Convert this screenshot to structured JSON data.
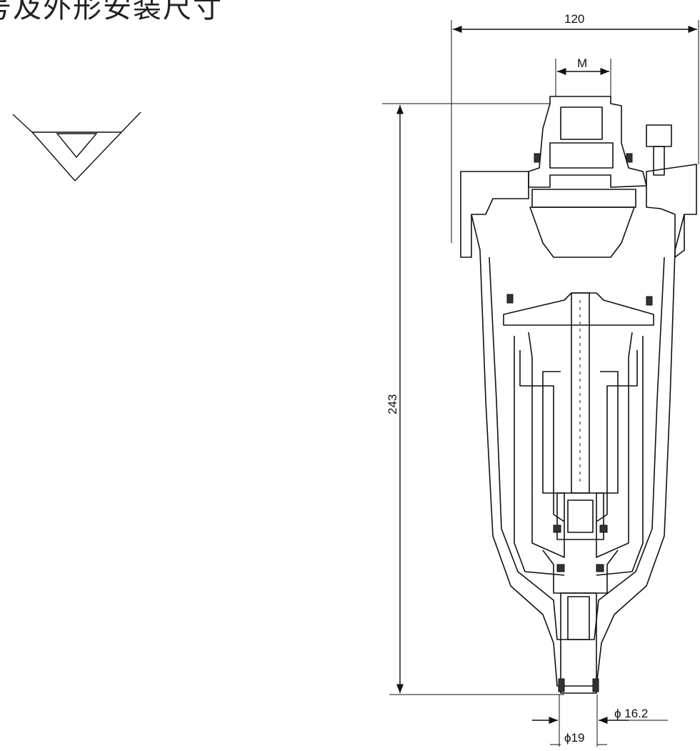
{
  "title": "号及外形安装尺寸",
  "dimensions": {
    "width": "120",
    "port": "M",
    "height": "243",
    "bore": "ϕ 16.2",
    "outer": "ϕ19"
  }
}
